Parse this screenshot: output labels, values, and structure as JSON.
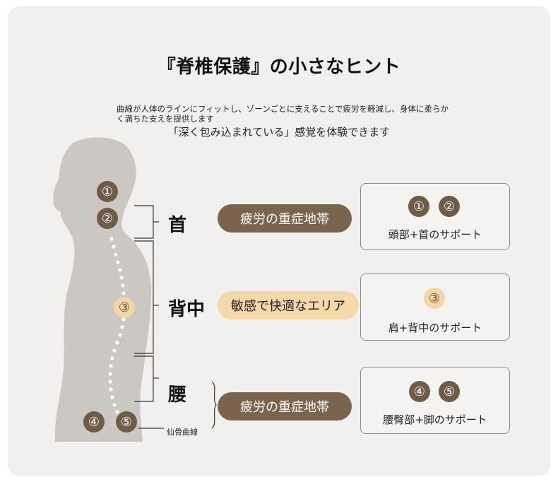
{
  "title": "『脊椎保護』の小さなヒント",
  "description": "曲線が人体のラインにフィットし、ゾーンごとに支えることで疲労を軽減し、身体に柔らかく満ちた支えを提供します",
  "subtitle": "「深く包み込まれている」感覚を体験できます",
  "markers": [
    "①",
    "②",
    "③",
    "④",
    "⑤"
  ],
  "zones": {
    "neck": "首",
    "back": "背中",
    "waist": "腰",
    "sacrum": "仙骨曲線"
  },
  "pills": {
    "neck": "疲労の重症地帯",
    "back": "敏感で快適なエリア",
    "waist": "疲労の重症地帯"
  },
  "boxes": {
    "neck": "頭部+首のサポート",
    "back": "肩+背中のサポート",
    "waist": "腰臀部+脚のサポート"
  },
  "colors": {
    "dark_brown": "#6e5c47",
    "light_tan": "#f3d6a6",
    "silhouette": "#cbc7c2"
  }
}
